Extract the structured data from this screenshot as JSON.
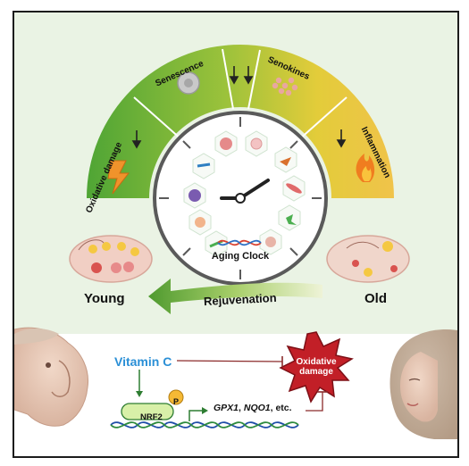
{
  "arc_labels": {
    "oxidative_damage": "Oxidative damage",
    "senescence": "Senescence",
    "senokines": "Senokines",
    "inflammation": "Inflammation"
  },
  "clock_label": "Aging Clock",
  "young_label": "Young",
  "old_label": "Old",
  "rejuvenation_label": "Rejuvenation",
  "vitamin_c_label": "Vitamin C",
  "damage_label": "Oxidative damage",
  "nrf2_label": "NRF2",
  "phospho_label": "P",
  "genes": {
    "gene1": "GPX1",
    "sep": ", ",
    "gene2": "NQO1",
    "suffix": ", etc."
  },
  "icons": [
    "fire-icon",
    "lightning-icon",
    "clock-icon",
    "dna-icon",
    "ovary-icon",
    "monkey-icon",
    "woman-icon"
  ],
  "colors": {
    "arc_green": "#5fae3c",
    "arc_yellow": "#e9c93a",
    "rejuv_green": "#4f9a2f",
    "damage_red": "#c21f27",
    "vitc_blue": "#2a8fd6"
  }
}
